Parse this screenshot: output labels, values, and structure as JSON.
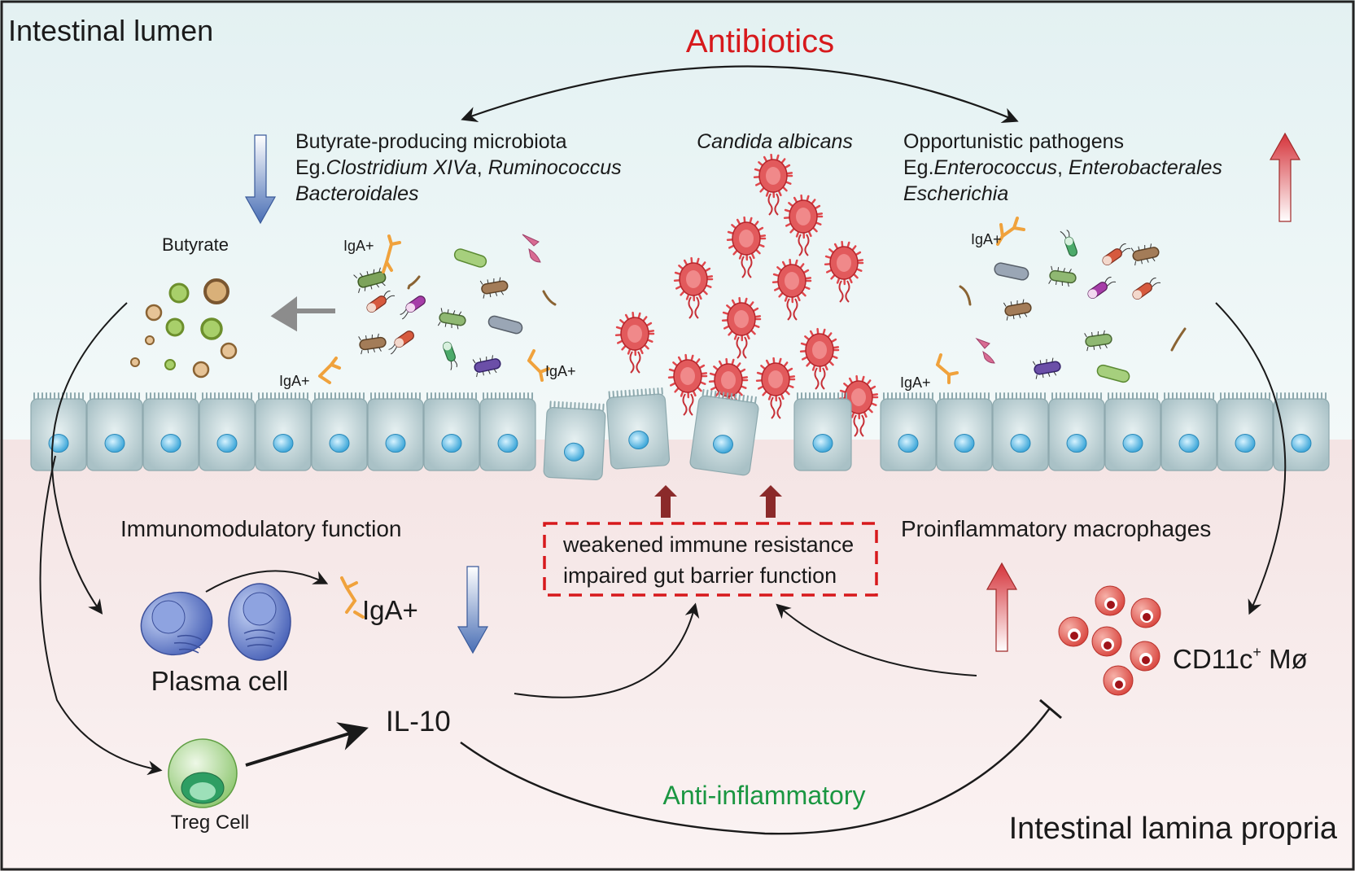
{
  "regions": {
    "lumen": "Intestinal lumen",
    "lamina": "Intestinal lamina propria"
  },
  "antibiotics": "Antibiotics",
  "butyrate_group": {
    "title": "Butyrate-producing microbiota",
    "prefix": "Eg.",
    "species_line1": "Clostridium XIVa",
    "sep": ", ",
    "species_line1b": "Ruminococcus",
    "species_line2": "Bacteroidales"
  },
  "candida": "Candida albicans",
  "pathogen_group": {
    "title": "Opportunistic pathogens",
    "prefix": "Eg.",
    "species_line1": "Enterococcus",
    "sep": ", ",
    "species_line1b": "Enterobacterales",
    "species_line2": "Escherichia"
  },
  "butyrate": "Butyrate",
  "iga_small": "IgA+",
  "immunomodulatory": "Immunomodulatory function",
  "iga_large": "IgA+",
  "plasma_cell": "Plasma cell",
  "treg_cell": "Treg Cell",
  "il10": "IL-10",
  "box": {
    "line1": "weakened immune resistance",
    "line2": "impaired gut barrier function"
  },
  "proinflammatory": "Proinflammatory macrophages",
  "macrophage": {
    "label_main": "CD11c",
    "label_sup": "+",
    "label_tail": " Mø"
  },
  "anti_inflammatory": "Anti-inflammatory",
  "colors": {
    "red_text": "#d7191c",
    "green_text": "#1a9641",
    "up_arrow": "#d23a3a",
    "down_arrow": "#4f74b8",
    "dark_red_arrow": "#8b2a2a",
    "lumen_bg": "#e8f4f4",
    "lamina_bg": "#f7eaea",
    "epithelium": "#c7d8db",
    "candida": "#e0474c",
    "macrophage": "#e05a55"
  }
}
